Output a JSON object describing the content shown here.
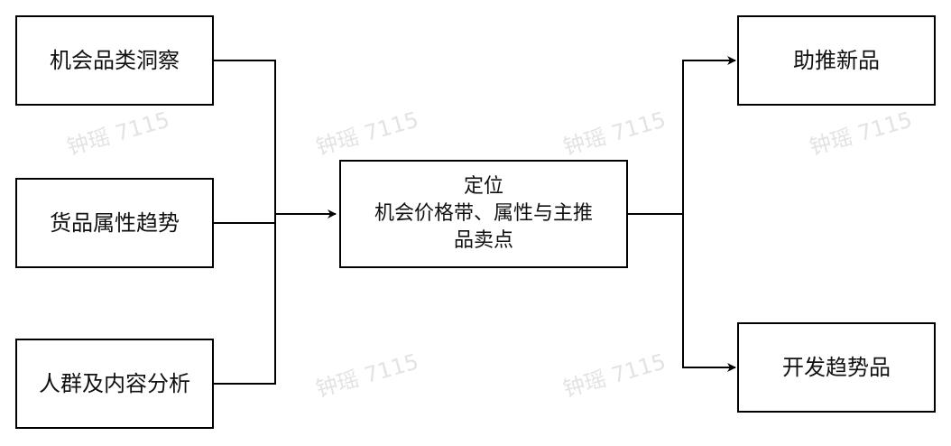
{
  "diagram": {
    "inputs": [
      {
        "label": "机会品类洞察"
      },
      {
        "label": "货品属性趋势"
      },
      {
        "label": "人群及内容分析"
      }
    ],
    "center": {
      "line1": "定位",
      "line2": "机会价格带、属性与主推",
      "line3": "品卖点"
    },
    "outputs": [
      {
        "label": "助推新品"
      },
      {
        "label": "开发趋势品"
      }
    ],
    "watermark": "钟瑶 7115",
    "colors": {
      "stroke": "#000000",
      "background": "#ffffff",
      "watermark": "#e3e3e3"
    }
  }
}
